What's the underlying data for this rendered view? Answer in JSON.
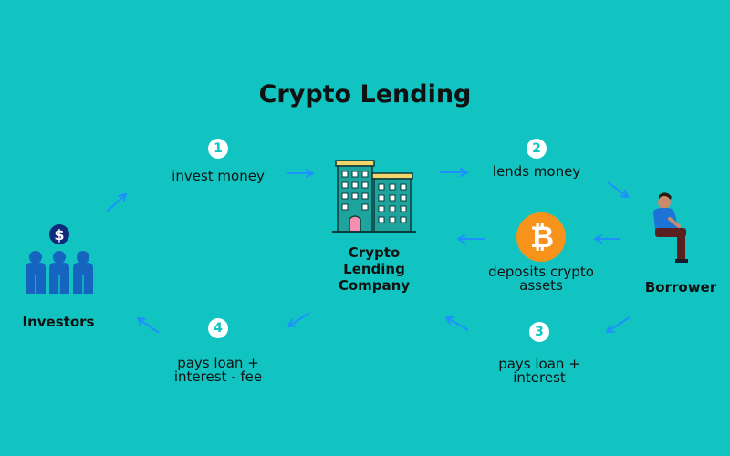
{
  "title": "Crypto Lending",
  "nodes": {
    "investors": "Investors",
    "company": [
      "Crypto",
      "Lending",
      "Company"
    ],
    "borrower": "Borrower"
  },
  "steps": [
    {
      "number": "1",
      "label": "invest money"
    },
    {
      "number": "2",
      "label": "lends money"
    },
    {
      "number": "3",
      "label": [
        "pays loan +",
        "interest"
      ]
    },
    {
      "number": "4",
      "label": [
        "pays loan +",
        "interest - fee"
      ]
    }
  ],
  "collateral": {
    "label": [
      "deposits crypto",
      "assets"
    ],
    "symbol": "₿"
  },
  "investor_badge": "$",
  "colors": {
    "background": "#12c4c1",
    "arrow": "#1e8fff",
    "people": "#1565c0",
    "bitcoin": "#f7931a",
    "building": "#1a8f8a",
    "roof": "#f3d56b"
  }
}
